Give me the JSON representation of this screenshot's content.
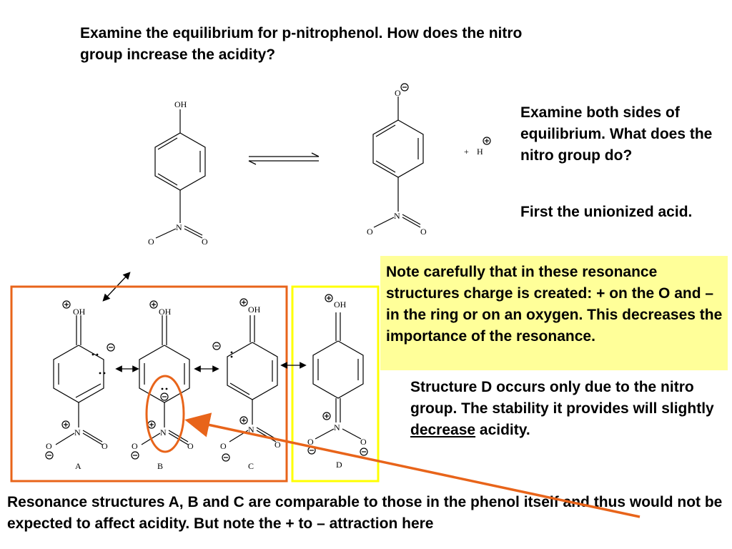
{
  "title": "Examine the equilibrium for p-nitrophenol.  How does the nitro group increase the acidity?",
  "side_question": "Examine both sides of equilibrium.  What does the nitro group do?",
  "side_first": "First the unionized acid.",
  "note": "Note carefully that in these resonance structures charge is created: + on the O and – in the ring or on an oxygen.  This decreases the importance of the resonance.",
  "structure_d_text": {
    "before": "Structure D occurs only due to the nitro group.  The stability it provides will slightly ",
    "underlined": "decrease",
    "after": " acidity."
  },
  "bottom_text": "Resonance structures A, B and C are comparable to those in the phenol itself and thus would not be expected to affect acidity.  But note the + to – attraction here",
  "atoms": {
    "hydroxyl": "OH",
    "oxygen": "O",
    "nitrogen": "N",
    "proton": "H",
    "plus_sign": "+"
  },
  "structure_labels": [
    "A",
    "B",
    "C",
    "D"
  ],
  "colors": {
    "orange": "#e8641a",
    "yellow": "#ffff00",
    "note_bg": "#ffff99"
  }
}
